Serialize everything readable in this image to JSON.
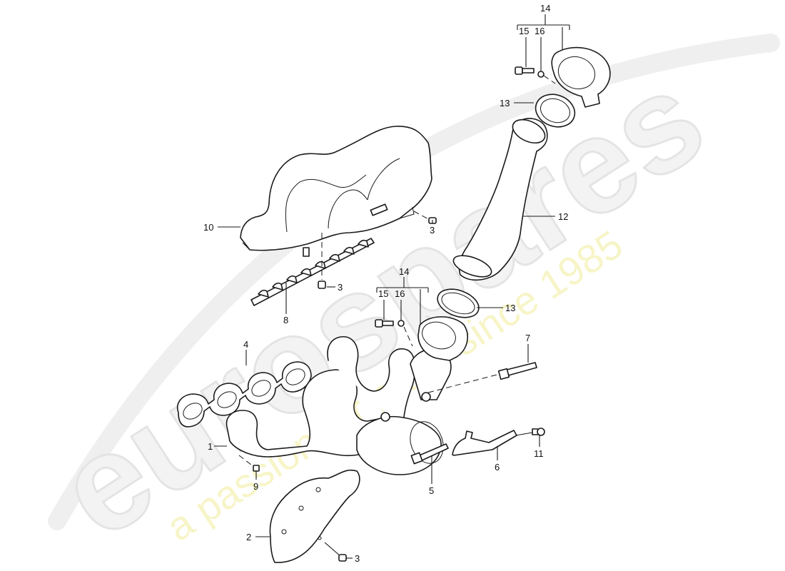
{
  "diagram": {
    "type": "exploded-parts-diagram",
    "subject": "exhaust manifold assembly",
    "watermark": {
      "logo_text": "eurospares",
      "tagline": "a passion for parts since 1985",
      "logo_color": "#f3f3f3",
      "tagline_color": "#f7f5c8"
    },
    "callouts": [
      {
        "id": "c1",
        "label": "1",
        "part": "exhaust manifold (headers)"
      },
      {
        "id": "c2",
        "label": "2",
        "part": "heat shield lower"
      },
      {
        "id": "c3a",
        "label": "3",
        "part": "screw (heat shield upper, right)"
      },
      {
        "id": "c3b",
        "label": "3",
        "part": "screw (heat shield upper, center)"
      },
      {
        "id": "c3c",
        "label": "3",
        "part": "screw (heat shield lower)"
      },
      {
        "id": "c4",
        "label": "4",
        "part": "manifold gasket"
      },
      {
        "id": "c5",
        "label": "5",
        "part": "oxygen sensor"
      },
      {
        "id": "c6",
        "label": "6",
        "part": "sensor bracket"
      },
      {
        "id": "c7",
        "label": "7",
        "part": "oxygen sensor"
      },
      {
        "id": "c8",
        "label": "8",
        "part": "heat shield bracket strip"
      },
      {
        "id": "c9",
        "label": "9",
        "part": "nut"
      },
      {
        "id": "c10",
        "label": "10",
        "part": "heat shield upper"
      },
      {
        "id": "c11",
        "label": "11",
        "part": "screw"
      },
      {
        "id": "c12",
        "label": "12",
        "part": "exhaust pipe"
      },
      {
        "id": "c13a",
        "label": "13",
        "part": "sealing ring (upper)"
      },
      {
        "id": "c13b",
        "label": "13",
        "part": "sealing ring (lower)"
      },
      {
        "id": "c14a",
        "label": "14",
        "part": "clamp assembly (upper)"
      },
      {
        "id": "c14b",
        "label": "14",
        "part": "clamp assembly (lower)"
      },
      {
        "id": "c15a",
        "label": "15",
        "part": "screw (upper clamp)"
      },
      {
        "id": "c15b",
        "label": "15",
        "part": "screw (lower clamp)"
      },
      {
        "id": "c16a",
        "label": "16",
        "part": "washer (upper clamp)"
      },
      {
        "id": "c16b",
        "label": "16",
        "part": "washer (lower clamp)"
      }
    ]
  }
}
